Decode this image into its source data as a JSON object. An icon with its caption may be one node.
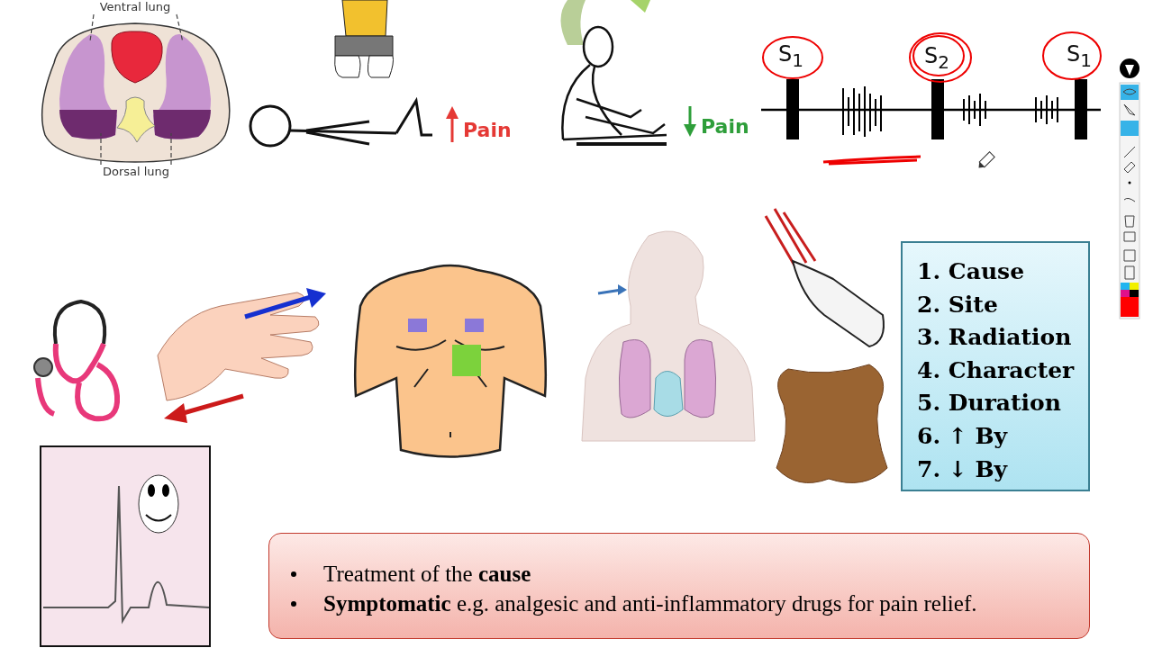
{
  "diagram": {
    "nodes": [
      {
        "text": [
          "Ventral lung"
        ]
      },
      {
        "text": [
          "Dorsal lung"
        ]
      },
      {
        "text": [
          "1. Cause",
          "2. Site",
          "3. Radiation",
          "4. Character",
          "5. Duration",
          "6. ↑ By",
          "7. ↓ By"
        ]
      },
      {
        "text": [
          "Treatment of the **cause**",
          "**Symptomatic** e.g. analgesic and anti-inflammatory drugs for pain relief."
        ]
      }
    ],
    "edges": [
      {
        "from": 0,
        "to": null,
        "arrow": "none",
        "style": "dashed"
      },
      {
        "from": 0,
        "to": null,
        "arrow": "none",
        "style": "dashed"
      },
      {
        "from": 1,
        "to": null,
        "arrow": "none",
        "style": "dashed"
      },
      {
        "from": 1,
        "to": null,
        "arrow": "none",
        "style": "dashed"
      }
    ],
    "labels": [
      "Pain",
      "Pain",
      "S$_{1}$",
      "S$_{2}$",
      "S$_{1}$"
    ]
  }
}
